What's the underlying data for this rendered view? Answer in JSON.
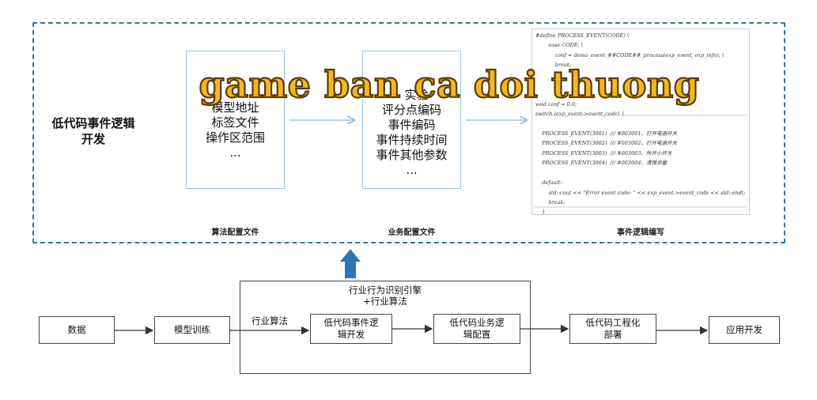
{
  "top_panel": {
    "left_title": [
      "低代码事件逻辑",
      "开发"
    ],
    "algorithm_config": {
      "lines": [
        "模型地址",
        "标签文件",
        "操作区范围",
        "..."
      ],
      "caption": "算法配置文件"
    },
    "business_config": {
      "lines": [
        "评分点编码",
        "事件编码",
        "事件持续时间",
        "事件其他参数",
        "..."
      ],
      "partial_top": "实验",
      "caption": "业务配置文件"
    },
    "event_logic": {
      "caption": "事件逻辑编写",
      "code_lines": [
        "#define PROCESS_EVENT(CODE) \\",
        "        case CODE: \\",
        "            conf = demo_event_##CODE##_process(exp_event, exp_info); \\",
        "            break;",
        "",
        "",
        "",
        "void conf = 0.0;",
        "switch (exp_event->event_code) {",
        "",
        "    PROCESS_EVENT(3001)  /// #003001、打开电源开关",
        "    PROCESS_EVENT(3002)  /// #003002、打开电源开关",
        "    PROCESS_EVENT(3003)  /// #003003、所开小开关",
        "    PROCESS_EVENT(3004)  /// #003004、清理测量",
        "",
        "    default:",
        "        std::cout << \"Error event code: \" << exp_event->event_code << std::endl;",
        "        break;",
        "    }",
        "}"
      ]
    }
  },
  "flow": {
    "data": "数据",
    "model_training": "模型训练",
    "industry_algorithm": "行业算法",
    "engine_title": [
      "行业行为识别引擎",
      "+行业算法"
    ],
    "lowcode_event": [
      "低代码事件逻",
      "辑开发"
    ],
    "lowcode_business": [
      "低代码业务逻",
      "辑配置"
    ],
    "lowcode_engineering": [
      "低代码工程化",
      "部署"
    ],
    "app_dev": "应用开发"
  },
  "watermark": "game ban ca doi thuong",
  "colors": {
    "dashed_border": "#2e75b6",
    "light_box_border": "#9dc3e6",
    "up_arrow": "#2e75b6",
    "watermark_fill": "#f3b81f"
  }
}
